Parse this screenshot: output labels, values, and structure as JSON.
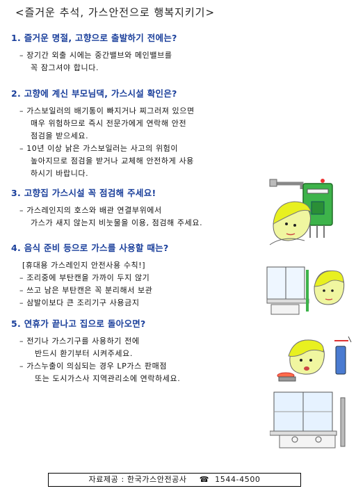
{
  "title": "<즐거운 추석, 가스안전으로 행복지키기>",
  "sections": [
    {
      "heading": "1. 즐거운 명절, 고향으로 출발하기 전에는?",
      "items": [
        "–  장기간 외출 시에는 중간밸브와 메인밸브를",
        "꼭 잠그셔야 합니다."
      ]
    },
    {
      "heading": "2. 고향에 계신 부모님댁, 가스시설 확인은?",
      "items": [
        "–  가스보일러의 배기통이 빠지거나 찌그러져 있으면",
        "매우 위험하므로 즉시 전문가에게 연락해 안전",
        "점검을 받으세요.",
        "–  10년 이상 낡은 가스보일러는 사고의 위험이",
        "높아지므로 점검을 받거나 교체해 안전하게 사용",
        "하시기 바랍니다."
      ]
    },
    {
      "heading": "3. 고향집 가스시설 꼭 점검해 주세요!",
      "items": [
        "–  가스레인지의 호스와 배관 연결부위에서",
        "가스가 새지 않는지 비눗물을 이용, 점검해 주세요."
      ]
    },
    {
      "heading": "4. 음식 준비 등으로 가스를 사용할 때는?",
      "items": [
        "[휴대용 가스레인지 안전사용 수칙!]",
        "–  조리중에 부탄캔을 가까이 두지 않기",
        "–  쓰고 남은 부탄캔은 꼭 분리해서 보관",
        "–  삼발이보다 큰 조리기구 사용금지"
      ]
    },
    {
      "heading": "5. 연휴가 끝나고 집으로 돌아오면?",
      "items": [
        "–  전기나 가스기구를 사용하기 전에",
        "반드시 환기부터 시켜주세요.",
        "–  가스누출이 의심되는 경우 LP가스 판매점",
        "또는 도시가스사 지역관리소에 연락하세요."
      ]
    }
  ],
  "footer": {
    "source": "자료제공 : 한국가스안전공사",
    "phone": "1544-4500",
    "phone_icon": "telephone-icon"
  },
  "colors": {
    "heading": "#1a3f9b",
    "boiler": "#3db34a",
    "hair": "#e8f020"
  }
}
